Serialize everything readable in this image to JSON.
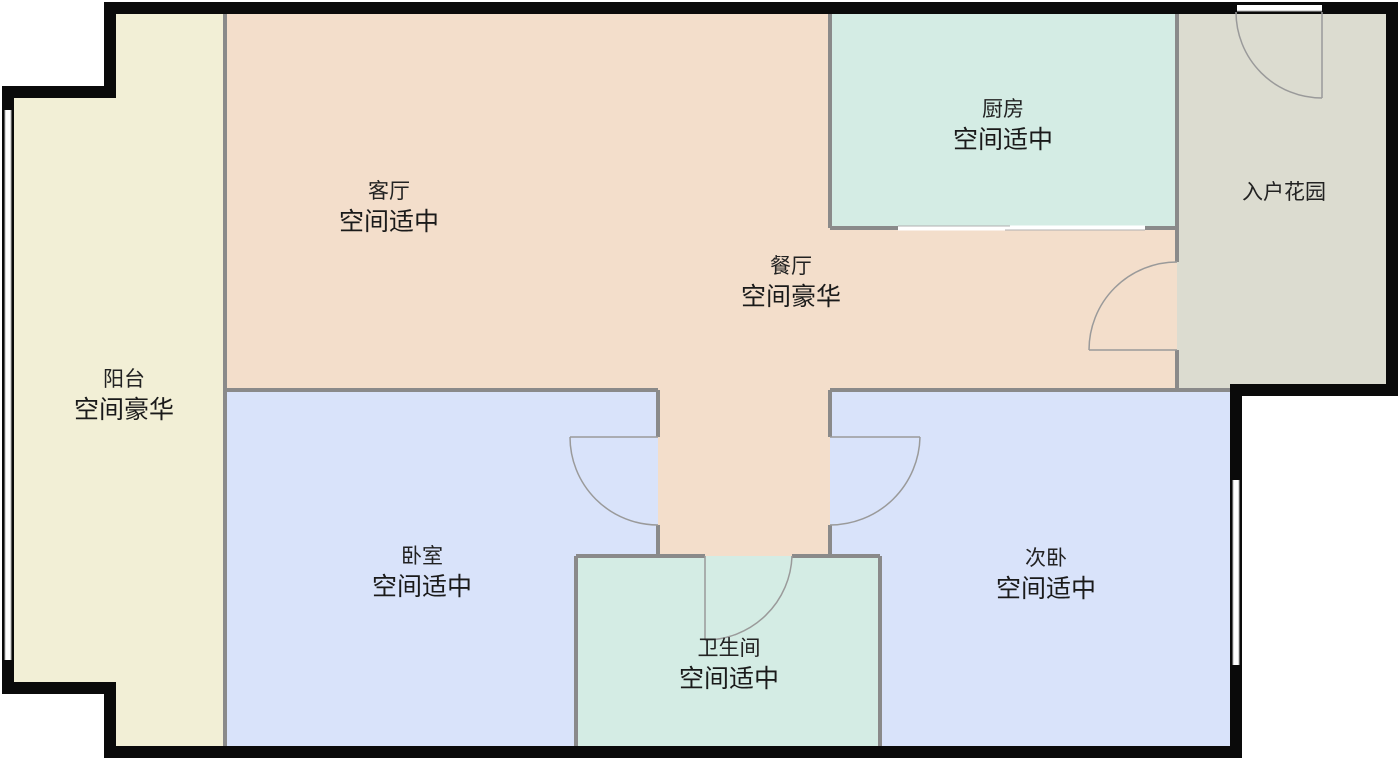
{
  "floorplan": {
    "rooms": {
      "balcony": {
        "name": "阳台",
        "desc": "空间豪华",
        "color": "#f2efd6"
      },
      "living": {
        "name": "客厅",
        "desc": "空间适中",
        "color": "#f3decb"
      },
      "dining": {
        "name": "餐厅",
        "desc": "空间豪华",
        "color": "#f3decb"
      },
      "kitchen": {
        "name": "厨房",
        "desc": "空间适中",
        "color": "#d4ece4"
      },
      "garden": {
        "name": "入户花园",
        "desc": "",
        "color": "#dcdcd0"
      },
      "bedroom": {
        "name": "卧室",
        "desc": "空间适中",
        "color": "#d9e3fa"
      },
      "bedroom2": {
        "name": "次卧",
        "desc": "空间适中",
        "color": "#d9e3fa"
      },
      "bathroom": {
        "name": "卫生间",
        "desc": "空间适中",
        "color": "#d4ece4"
      }
    },
    "colors": {
      "wall": "#0a0a0a",
      "inner_wall": "#8a8a8a"
    }
  }
}
